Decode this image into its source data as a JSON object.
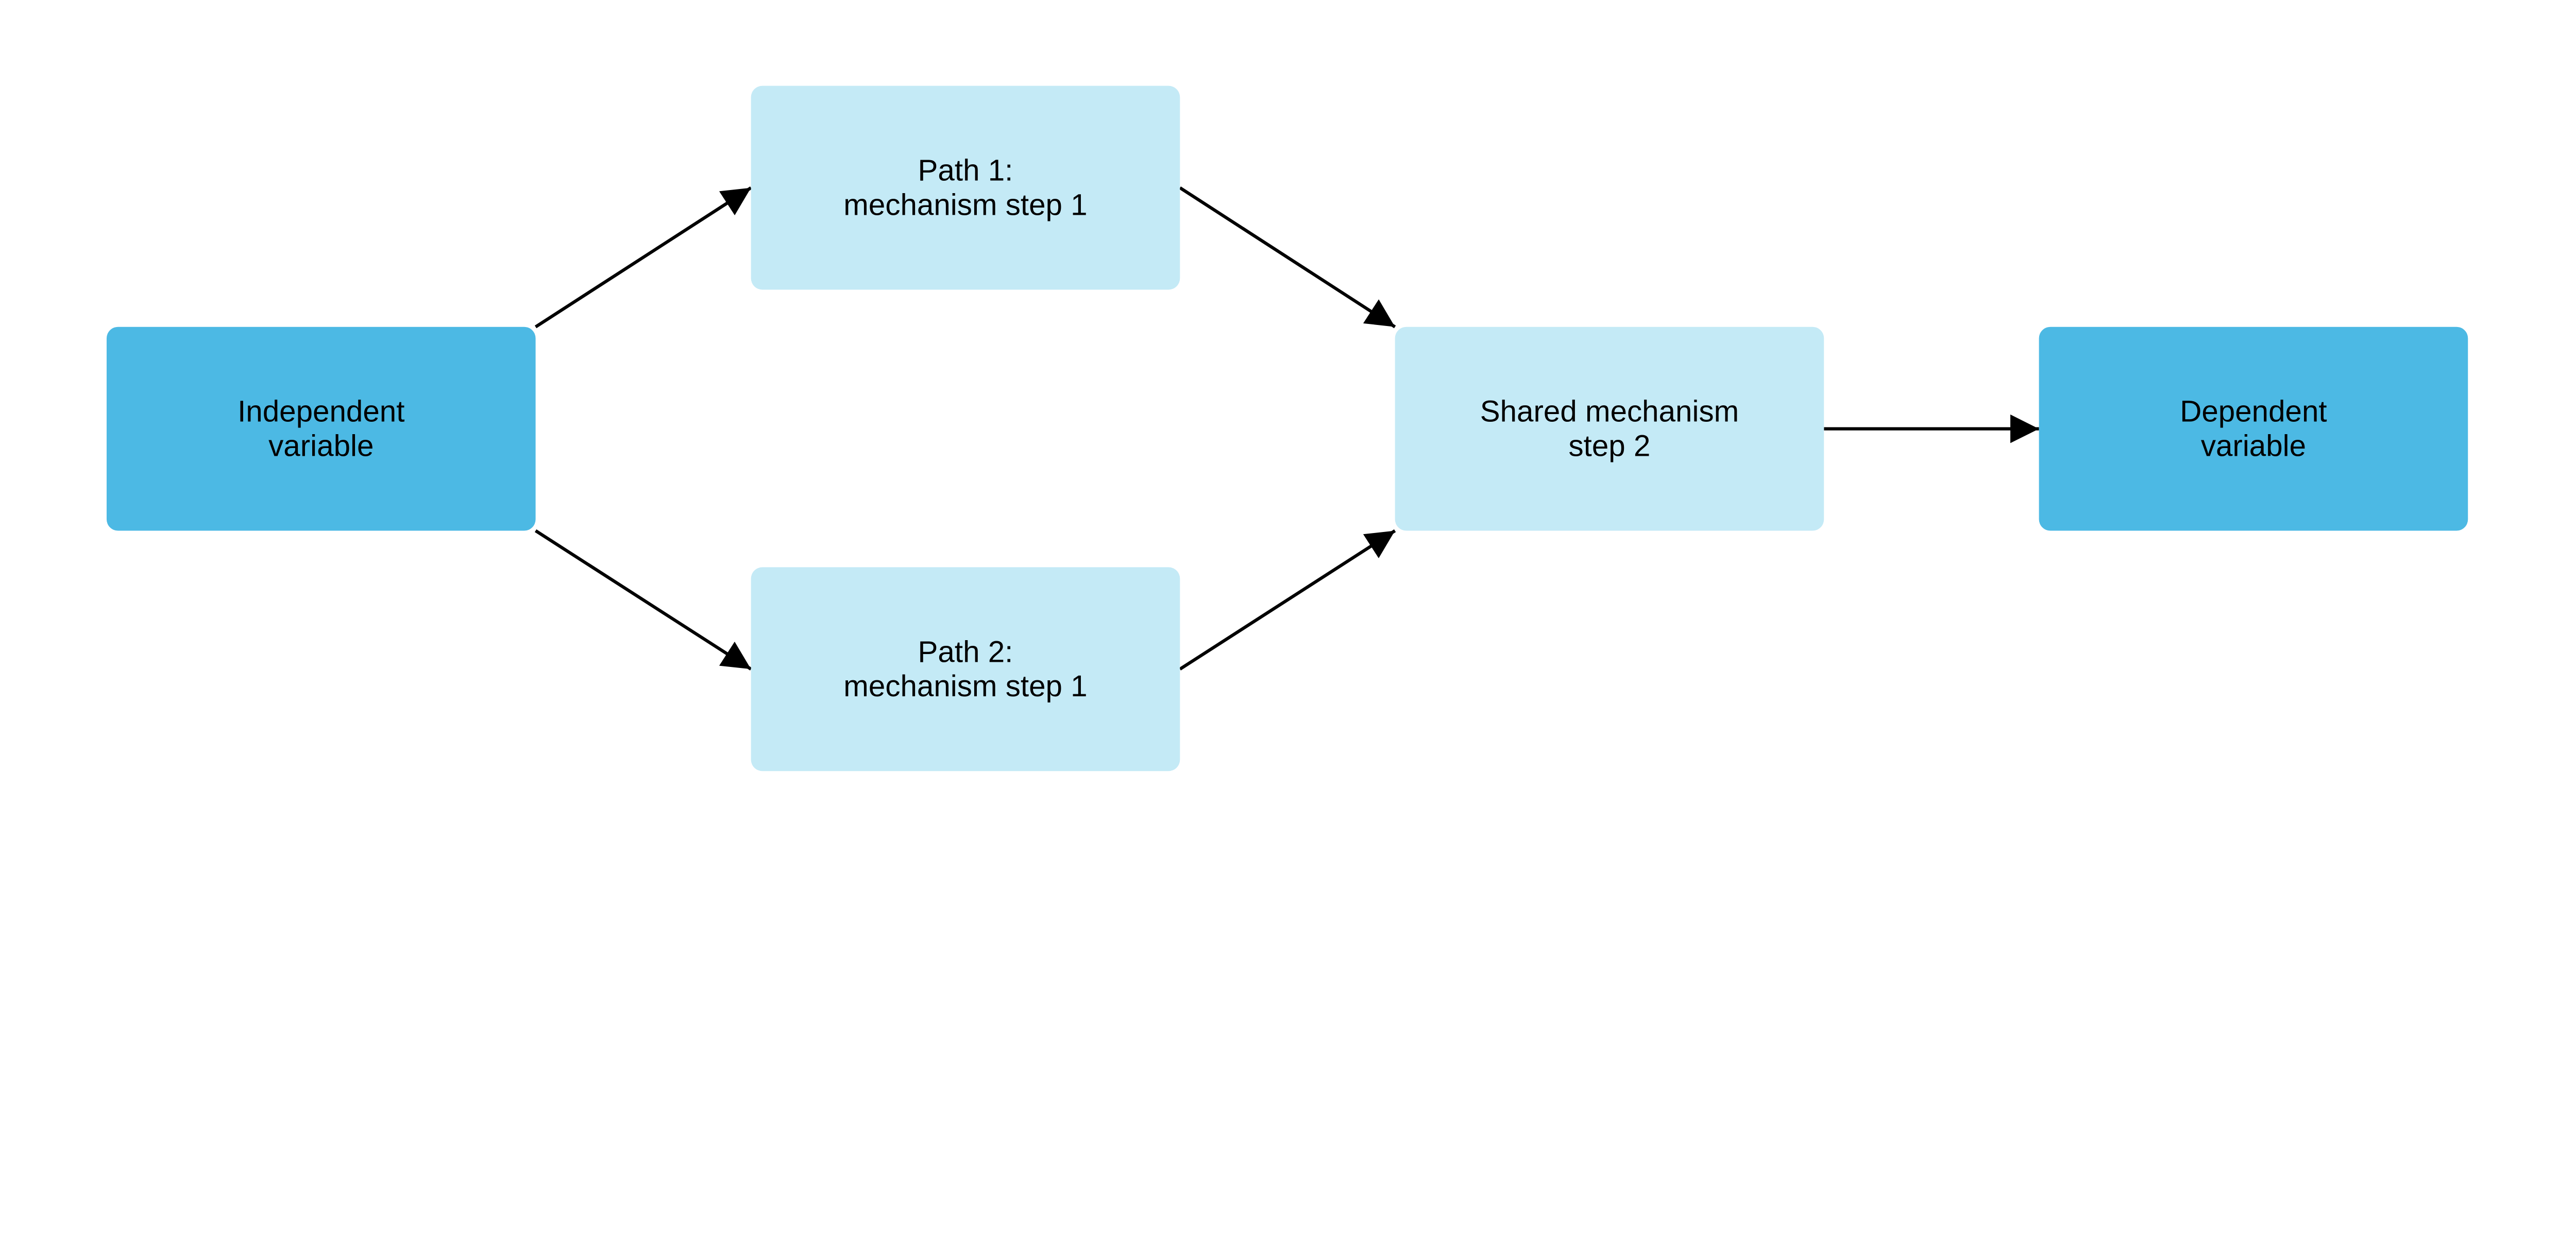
{
  "colors": {
    "primary_node": "#4cb9e4",
    "secondary_node": "#c4eaf6",
    "edge": "#000000",
    "background": "#ffffff"
  },
  "nodes": [
    {
      "id": "independent",
      "lines": [
        "Independent",
        "variable"
      ],
      "style": "primary"
    },
    {
      "id": "path1",
      "lines": [
        "Path 1:",
        "mechanism step 1"
      ],
      "style": "secondary"
    },
    {
      "id": "path2",
      "lines": [
        "Path 2:",
        "mechanism step 1"
      ],
      "style": "secondary"
    },
    {
      "id": "shared",
      "lines": [
        "Shared mechanism",
        "step 2"
      ],
      "style": "secondary"
    },
    {
      "id": "dependent",
      "lines": [
        "Dependent",
        "variable"
      ],
      "style": "primary"
    }
  ],
  "edges": [
    {
      "from": "independent",
      "to": "path1"
    },
    {
      "from": "independent",
      "to": "path2"
    },
    {
      "from": "path1",
      "to": "shared"
    },
    {
      "from": "path2",
      "to": "shared"
    },
    {
      "from": "shared",
      "to": "dependent"
    }
  ]
}
